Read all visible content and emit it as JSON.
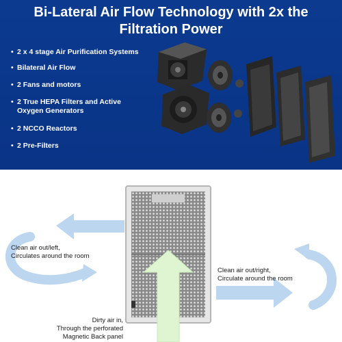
{
  "header": {
    "title_line1": "Bi-Lateral Air Flow Technology with 2x the",
    "title_line2": "Filtration Power"
  },
  "features": [
    "2 x 4 stage Air Purification Systems",
    "Bilateral Air Flow",
    "2 Fans and motors",
    "2 True HEPA Filters and Active Oxygen Generators",
    "2 NCCO Reactors",
    "2 Pre-Filters"
  ],
  "captions": {
    "left_line1": "Clean air out/left,",
    "left_line2": "Circulates around the room",
    "right_line1": "Clean air out/right,",
    "right_line2": "Circulate around the room",
    "bottom_line1": "Dirty air in,",
    "bottom_line2": "Through the perforated",
    "bottom_line3": "Magnetic Back panel"
  },
  "colors": {
    "header_blue": "#0b3a8f",
    "arrow_blue": "#bcd6f0",
    "arrow_green": "#dff5d2"
  }
}
